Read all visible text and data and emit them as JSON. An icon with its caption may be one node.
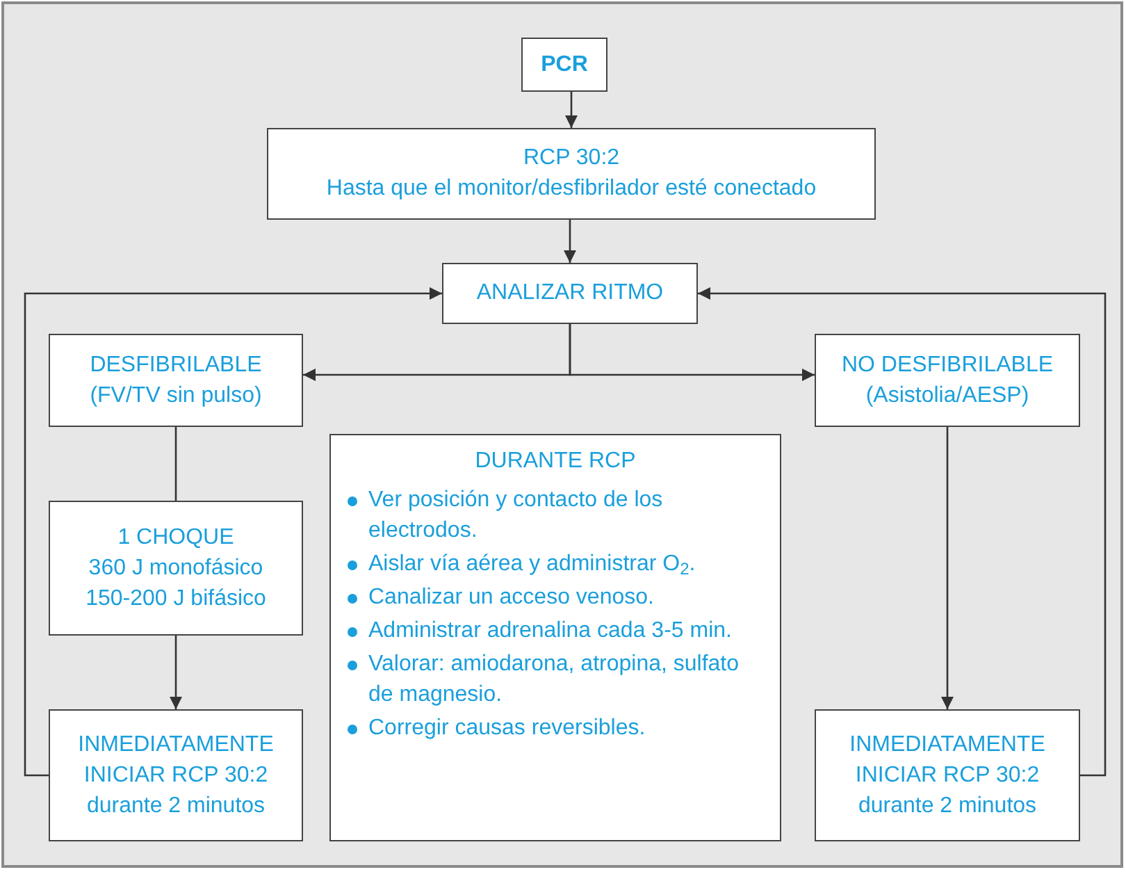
{
  "diagram": {
    "nodes": [
      {
        "text": [
          "PCR"
        ]
      },
      {
        "text": [
          "RCP 30:2",
          "Hasta que el monitor/desfibrilador esté conectado"
        ]
      },
      {
        "text": [
          "ANALIZAR RITMO"
        ]
      },
      {
        "text": [
          "DESFIBRILABLE",
          "(FV/TV sin pulso)"
        ]
      },
      {
        "text": [
          "NO DESFIBRILABLE",
          "(Asistolia/AESP)"
        ]
      },
      {
        "text": [
          "1 CHOQUE",
          "360 J monofásico",
          "150-200 J bifásico"
        ]
      },
      {
        "text": [
          "INMEDIATAMENTE INICIAR RCP 30:2 durante 2 minutos"
        ]
      },
      {
        "text": [
          "DURANTE RCP",
          "Ver posición y contacto de los electrodos.",
          "Aislar vía aérea y administrar O$_{2}$.",
          "Canalizar un acceso venoso.",
          "Administrar adrenalina cada 3-5 min.",
          "Valorar: amiodarona, atropina, sulfato de magnesio.",
          "Corregir causas reversibles."
        ]
      },
      {
        "text": [
          "INMEDIATAMENTE INICIAR RCP 30:2 durante 2 minutos"
        ]
      }
    ],
    "edges": [
      {
        "from": 0,
        "to": 1,
        "arrow": "to"
      },
      {
        "from": 1,
        "to": 2,
        "arrow": "to"
      },
      {
        "from": 2,
        "to": 3,
        "arrow": "to"
      },
      {
        "from": 2,
        "to": 4,
        "arrow": "to"
      },
      {
        "from": 3,
        "to": 5,
        "arrow": "none"
      },
      {
        "from": 5,
        "to": 6,
        "arrow": "to"
      },
      {
        "from": 4,
        "to": 8,
        "arrow": "to"
      },
      {
        "from": 6,
        "to": 2,
        "arrow": "to"
      },
      {
        "from": 8,
        "to": 2,
        "arrow": "to"
      }
    ]
  }
}
